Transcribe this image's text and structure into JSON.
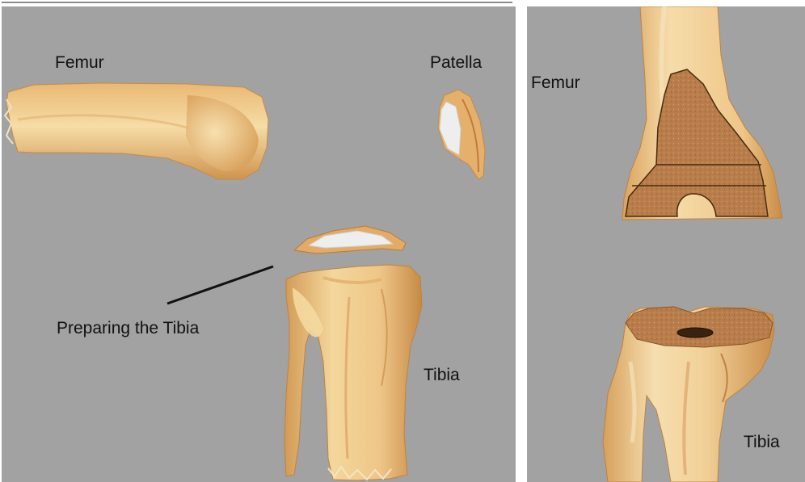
{
  "left_panel": {
    "labels": {
      "femur": "Femur",
      "patella": "Patella",
      "preparing": "Preparing the Tibia",
      "tibia": "Tibia"
    }
  },
  "right_panel": {
    "labels": {
      "femur": "Femur",
      "tibia": "Tibia"
    }
  },
  "colors": {
    "background": "#a2a2a2",
    "bone_light": "#f2d49a",
    "bone_mid": "#d9a45c",
    "bone_dark": "#b87a35",
    "cut_surface": "#b87d4b",
    "cartilage": "#eeeeee"
  }
}
